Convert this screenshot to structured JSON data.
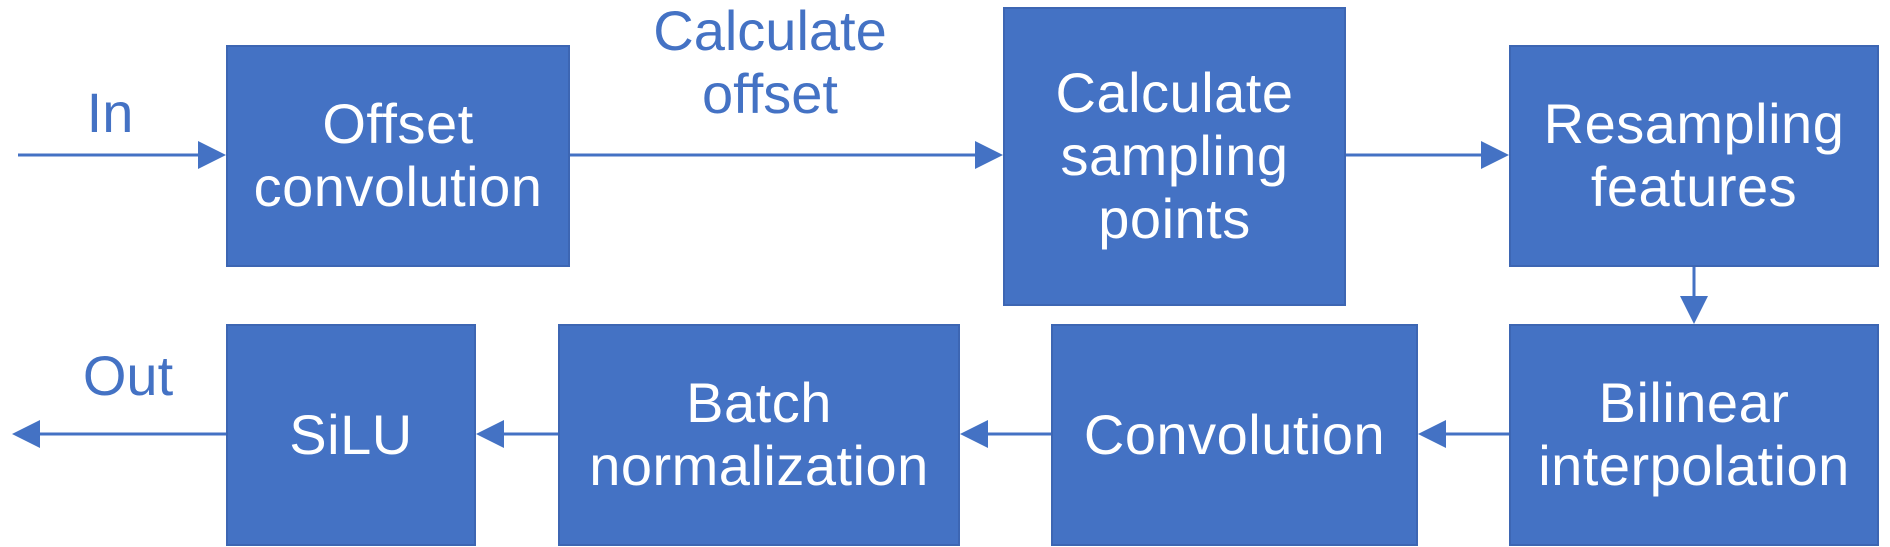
{
  "colors": {
    "box_fill": "#4472c4",
    "arrow": "#4472c4",
    "box_text": "#ffffff",
    "label_text": "#4472c4"
  },
  "boxes": {
    "offset_conv": "Offset\nconvolution",
    "calc_sampling": "Calculate\nsampling\npoints",
    "resampling": "Resampling\nfeatures",
    "bilinear": "Bilinear\ninterpolation",
    "convolution": "Convolution",
    "batch_norm": "Batch\nnormalization",
    "silu": "SiLU"
  },
  "edge_labels": {
    "input": "In",
    "calc_offset": "Calculate\noffset",
    "output": "Out"
  }
}
